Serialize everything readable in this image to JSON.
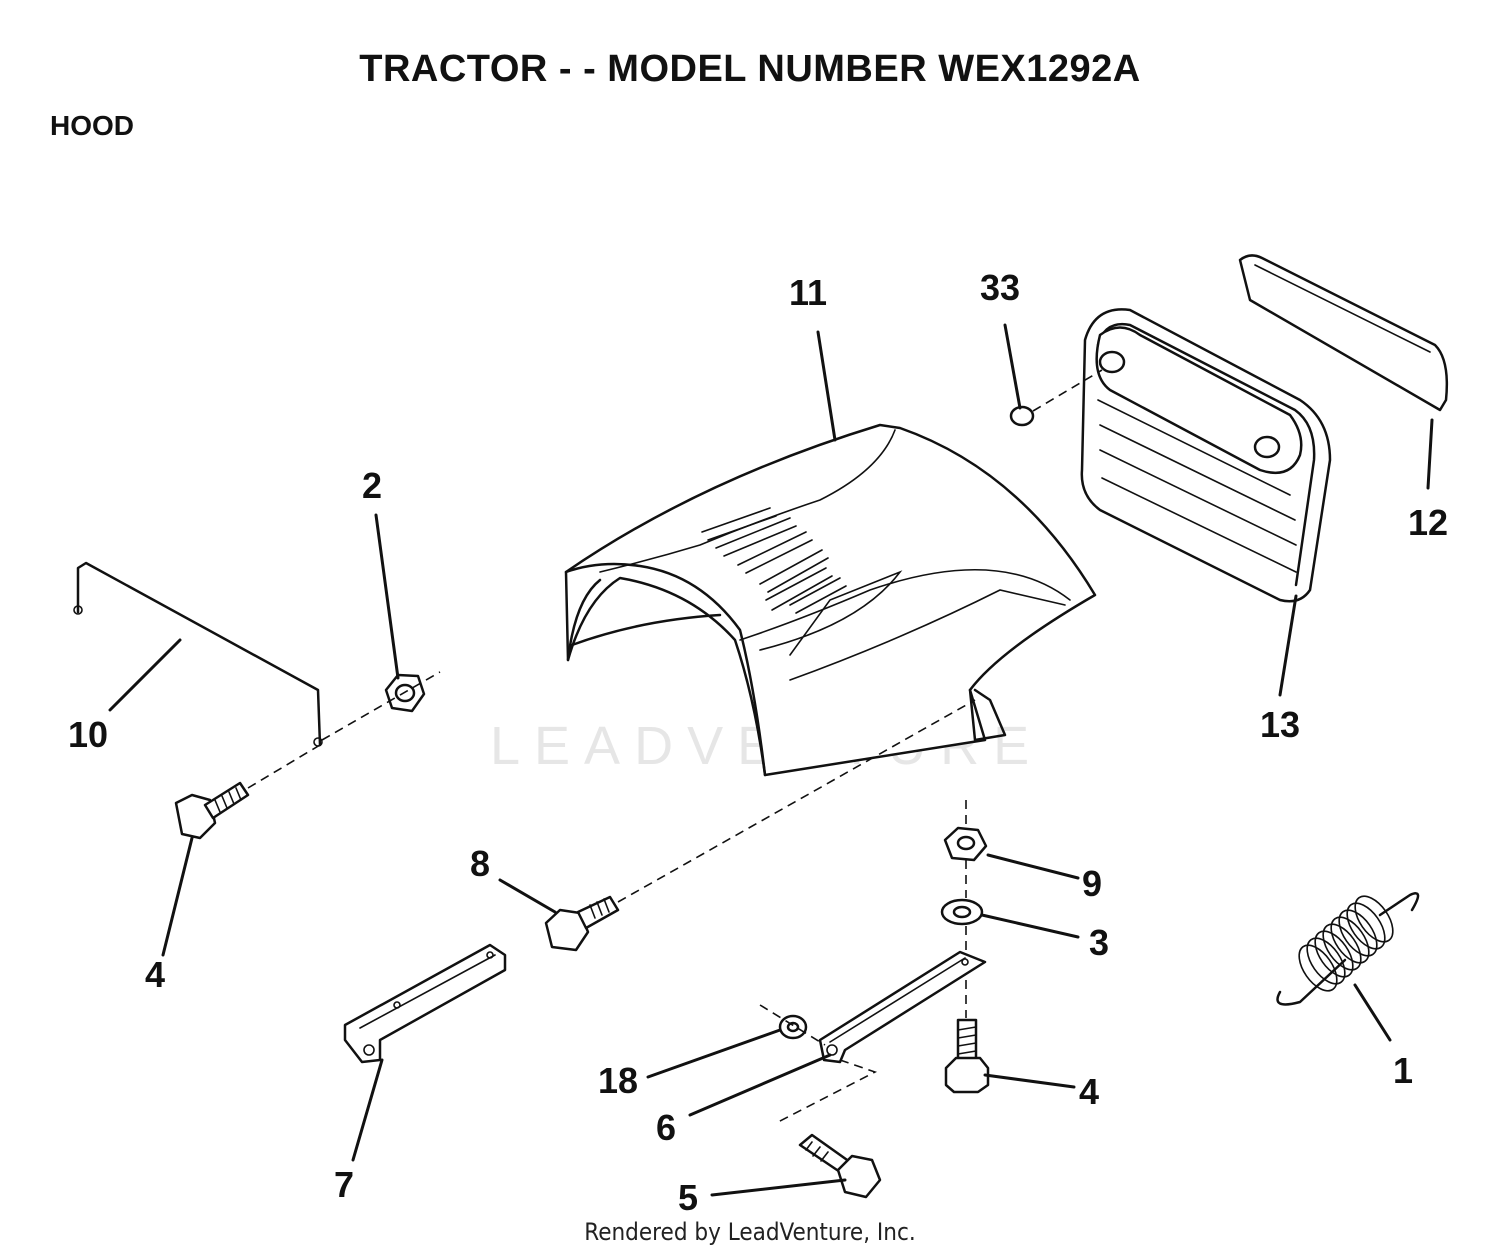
{
  "title": "TRACTOR - - MODEL NUMBER WEX1292A",
  "section": "HOOD",
  "watermark": "LEADVENTURE",
  "footer": "Rendered by LeadVenture, Inc.",
  "callouts": {
    "c1": "1",
    "c2": "2",
    "c3": "3",
    "c4a": "4",
    "c4b": "4",
    "c5": "5",
    "c6": "6",
    "c7": "7",
    "c8": "8",
    "c9": "9",
    "c10": "10",
    "c11": "11",
    "c12": "12",
    "c13": "13",
    "c18": "18",
    "c33": "33"
  }
}
